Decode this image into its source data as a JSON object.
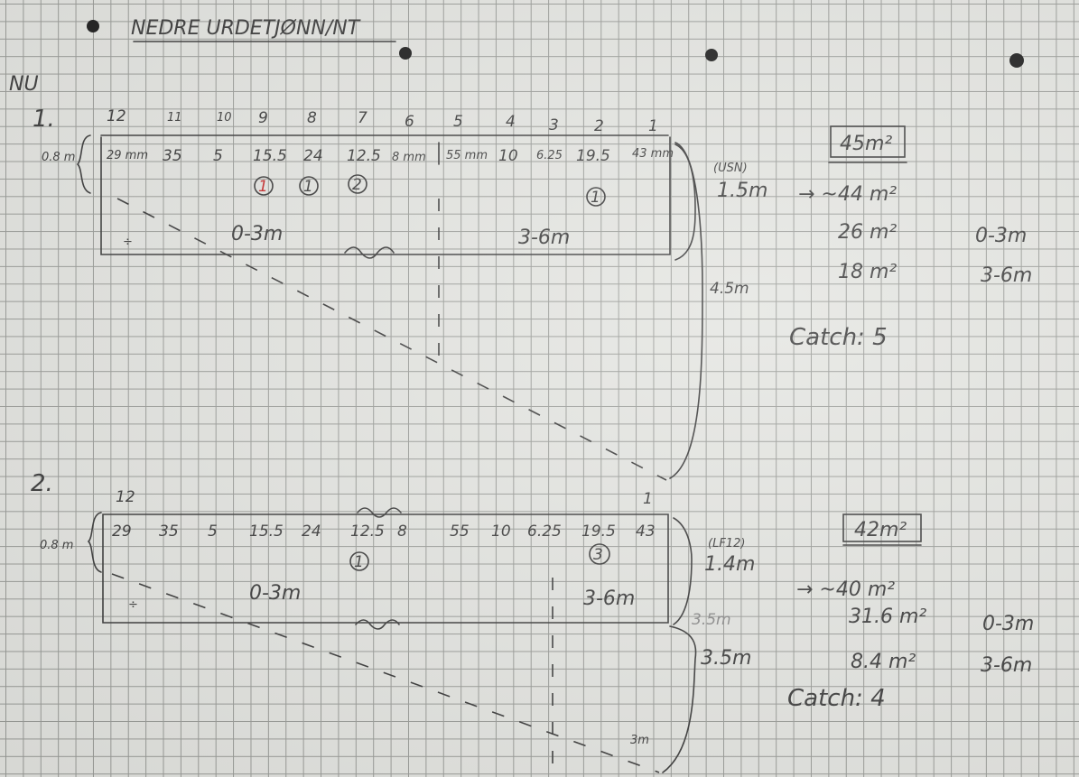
{
  "header": {
    "title": "NEDRE URDETJØNN/NT",
    "code": "NU"
  },
  "section1": {
    "number": "1.",
    "height_label": "0.8 m",
    "net_numbers": [
      "12",
      "11",
      "10",
      "9",
      "8",
      "7",
      "6",
      "5",
      "4",
      "3",
      "2",
      "1"
    ],
    "mesh_sizes": [
      "29 mm",
      "35",
      "5",
      "15.5",
      "24",
      "12.5",
      "8 mm",
      "55 mm",
      "10",
      "6.25",
      "19.5",
      "43 mm"
    ],
    "catch_marks": [
      "1",
      "1",
      "2",
      "1"
    ],
    "zone_left": "0-3m",
    "zone_right": "3-6m",
    "divider_mark": "÷",
    "site_label": "(USN)",
    "depth_top": "1.5m",
    "depth_bottom": "4.5m",
    "area_boxed": "45m²",
    "area_total": "→ ~44 m²",
    "area_shallow": "26 m²",
    "area_shallow_range": "0-3m",
    "area_deep": "18 m²",
    "area_deep_range": "3-6m",
    "catch": "Catch: 5"
  },
  "section2": {
    "number": "2.",
    "net_number_first": "12",
    "net_number_last": "1",
    "height_label": "0.8 m",
    "mesh_sizes": [
      "29",
      "35",
      "5",
      "15.5",
      "24",
      "12.5",
      "8",
      "55",
      "10",
      "6.25",
      "19.5",
      "43"
    ],
    "catch_marks": [
      "1",
      "3"
    ],
    "zone_left": "0-3m",
    "zone_right": "3-6m",
    "divider_mark": "÷",
    "site_label": "(LF12)",
    "depth_top": "1.4m",
    "depth_mid_faint": "3.5m",
    "depth_bottom": "3.5m",
    "depth_end": "3m",
    "area_boxed": "42m²",
    "area_total": "→ ~40 m²",
    "area_shallow": "31.6 m²",
    "area_shallow_range": "0-3m",
    "area_deep": "8.4 m²",
    "area_deep_range": "3-6m",
    "catch": "Catch: 4"
  },
  "colors": {
    "ink": "#3c3c3c",
    "red_ink": "#c62828",
    "paper": "#e4e5e1",
    "grid": "#9a9c98"
  }
}
